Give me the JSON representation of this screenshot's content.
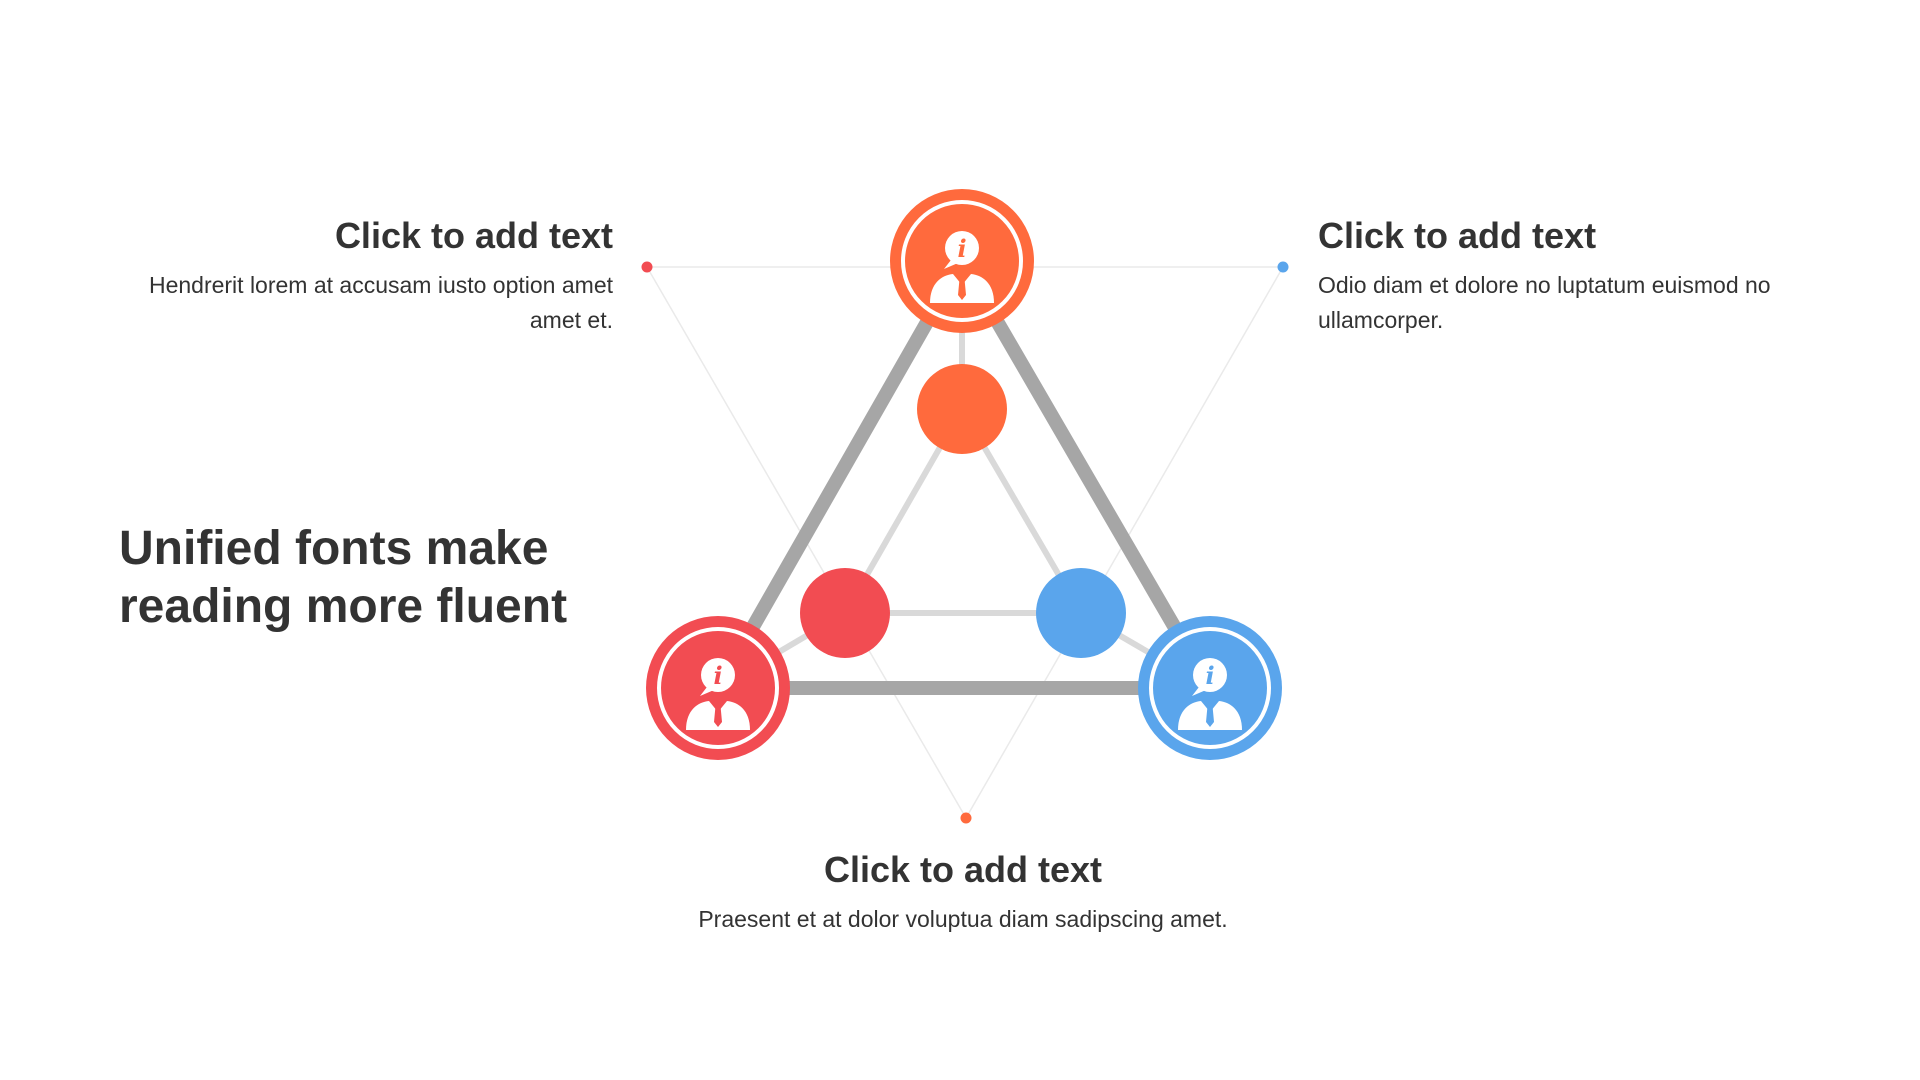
{
  "colors": {
    "orange": "#FF6A3D",
    "red": "#F24C52",
    "blue": "#5AA5EC",
    "outer_line": "#A6A6A6",
    "inner_line": "#D9D9D9",
    "guide_line": "#E8E8E8",
    "text": "#333333"
  },
  "headline": "Unified fonts make reading more fluent",
  "blocks": {
    "top_left": {
      "title": "Click to add text",
      "text": "Hendrerit lorem at accusam iusto option amet amet et."
    },
    "top_right": {
      "title": "Click to add text",
      "text": "Odio diam et dolore no luptatum euismod no ullamcorper."
    },
    "bottom": {
      "title": "Click to add text",
      "text": "Praesent et at dolor voluptua diam sadipscing amet."
    }
  },
  "nodes": [
    {
      "id": "top",
      "color": "orange",
      "icon": "person-info-icon"
    },
    {
      "id": "left",
      "color": "red",
      "icon": "person-info-icon"
    },
    {
      "id": "right",
      "color": "blue",
      "icon": "person-info-icon"
    }
  ]
}
